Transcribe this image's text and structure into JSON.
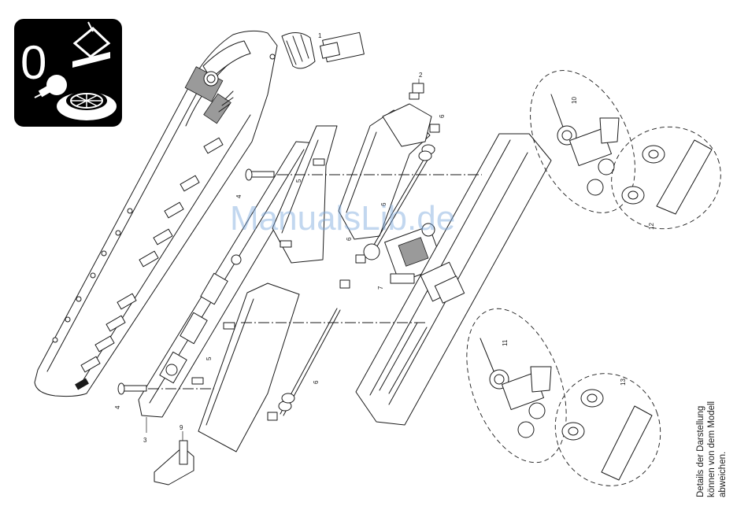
{
  "watermark": "ManualsLib.de",
  "side_note": {
    "line1": "Details der Darstellung",
    "line2": "können von dem Modell",
    "line3": "abweichen."
  },
  "badge": {
    "symbol": "0",
    "icons": [
      "lamp-icon",
      "roof-lift-icon",
      "wheel-icon"
    ]
  },
  "part_labels": [
    "1",
    "2",
    "3",
    "4",
    "4",
    "5",
    "5",
    "6",
    "6",
    "6",
    "6",
    "7",
    "9",
    "10",
    "11",
    "12",
    "13"
  ],
  "colors": {
    "ink": "#1a1a1a",
    "watermark": "#7aa7dd",
    "badge_bg": "#000000"
  }
}
